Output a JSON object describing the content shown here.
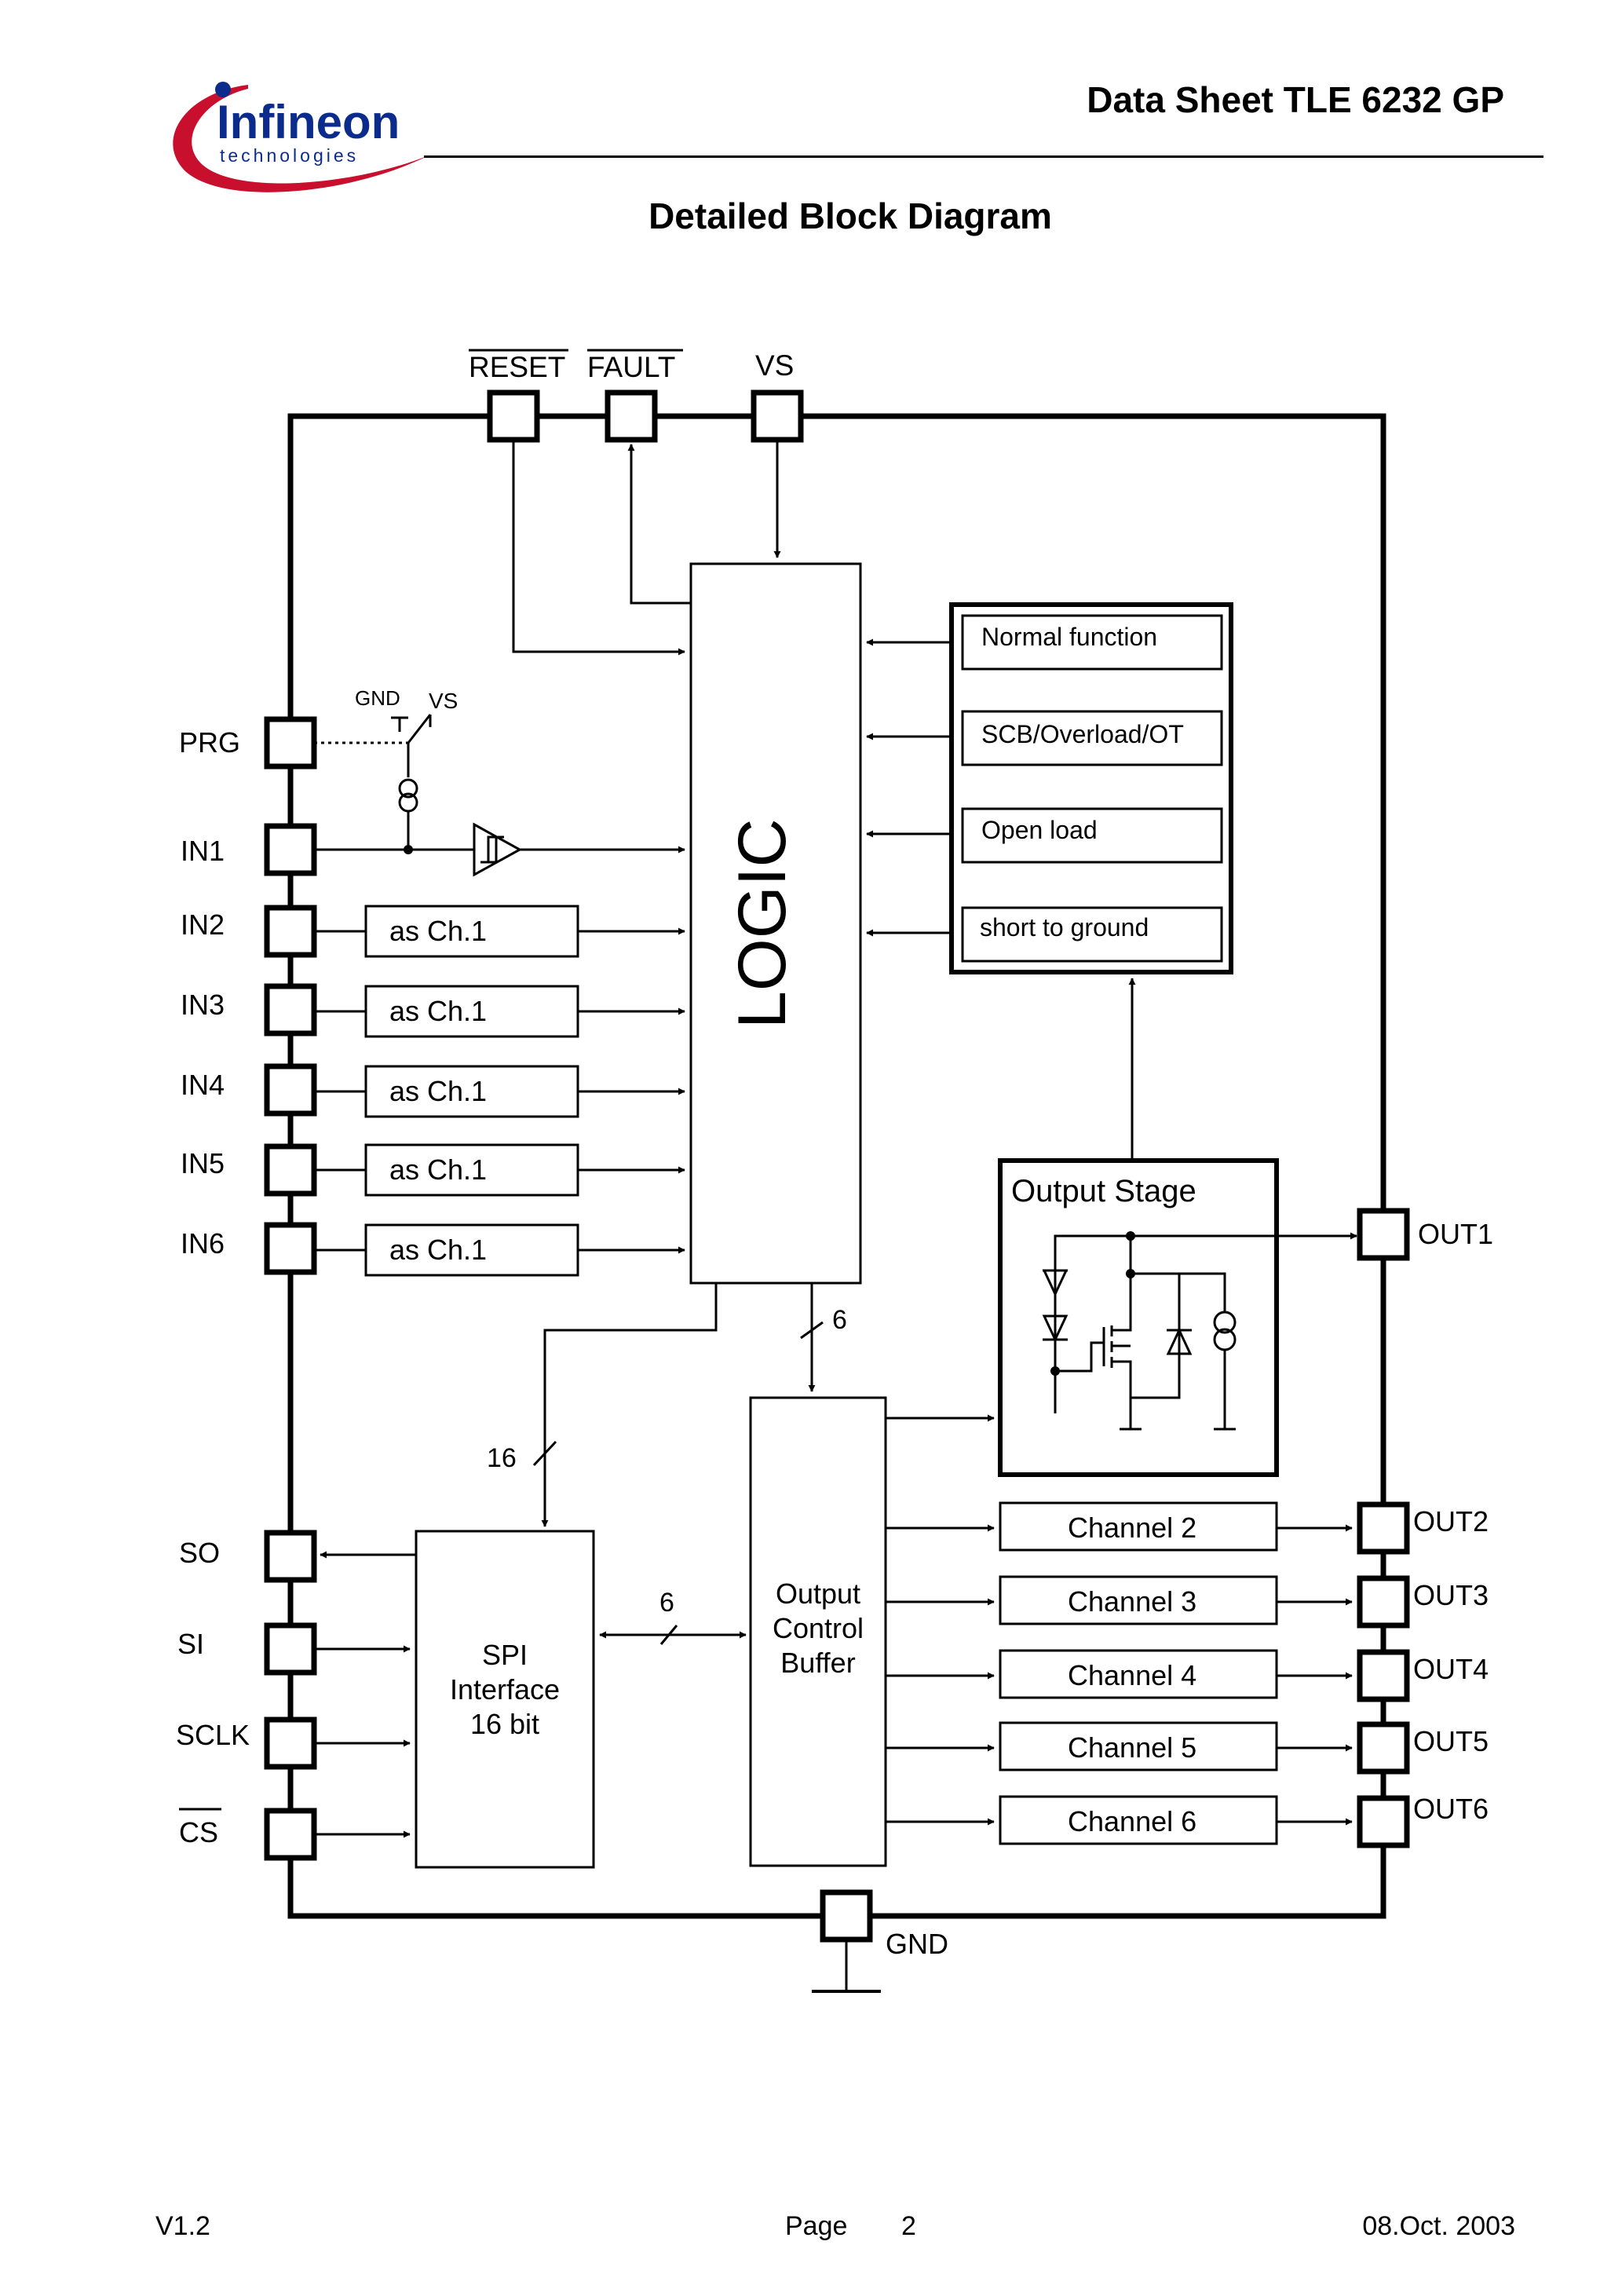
{
  "header": {
    "logo_name": "Infineon",
    "logo_tagline": "technologies",
    "doc_title": "Data Sheet TLE 6232 GP",
    "accent_blue": "#0b2c8c",
    "accent_red": "#c8102e"
  },
  "diagram": {
    "title": "Detailed Block Diagram",
    "top_pins": {
      "reset": "RESET",
      "fault": "FAULT",
      "vs": "VS"
    },
    "left_pins": {
      "prg": "PRG",
      "in1": "IN1",
      "in2": "IN2",
      "in3": "IN3",
      "in4": "IN4",
      "in5": "IN5",
      "in6": "IN6",
      "so": "SO",
      "si": "SI",
      "sclk": "SCLK",
      "cs": "CS"
    },
    "prg_switch": {
      "gnd": "GND",
      "vs": "VS"
    },
    "as_channel": [
      "as Ch.1",
      "as Ch.1",
      "as Ch.1",
      "as Ch.1",
      "as Ch.1"
    ],
    "logic": "LOGIC",
    "diagnosis": [
      "Normal function",
      "SCB/Overload/OT",
      "Open load",
      "short to ground"
    ],
    "output_stage": "Output Stage",
    "out_pins": {
      "out1": "OUT1",
      "out2": "OUT2",
      "out3": "OUT3",
      "out4": "OUT4",
      "out5": "OUT5",
      "out6": "OUT6"
    },
    "channels": [
      "Channel 2",
      "Channel 3",
      "Channel 4",
      "Channel 5",
      "Channel 6"
    ],
    "spi": {
      "line1": "SPI",
      "line2": "Interface",
      "line3": "16 bit"
    },
    "ocb": {
      "line1": "Output",
      "line2": "Control",
      "line3": "Buffer"
    },
    "bus_widths": {
      "logic_to_ocb": "6",
      "logic_to_spi": "16",
      "spi_to_ocb": "6"
    },
    "gnd": "GND"
  },
  "footer": {
    "version": "V1.2",
    "page_label": "Page",
    "page_number": "2",
    "date": "08.Oct. 2003"
  }
}
